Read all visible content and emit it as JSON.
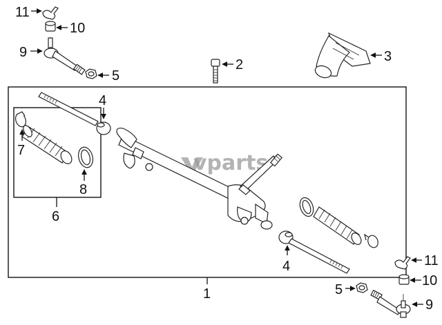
{
  "watermark": "vparts",
  "callouts": {
    "c1": "1",
    "c2": "2",
    "c3": "3",
    "c4_left": "4",
    "c4_right": "4",
    "c5_top": "5",
    "c5_bottom": "5",
    "c6": "6",
    "c7": "7",
    "c8": "8",
    "c9_top": "9",
    "c9_bottom": "9",
    "c10_top": "10",
    "c10_bottom": "10",
    "c11_top": "11",
    "c11_bottom": "11"
  }
}
